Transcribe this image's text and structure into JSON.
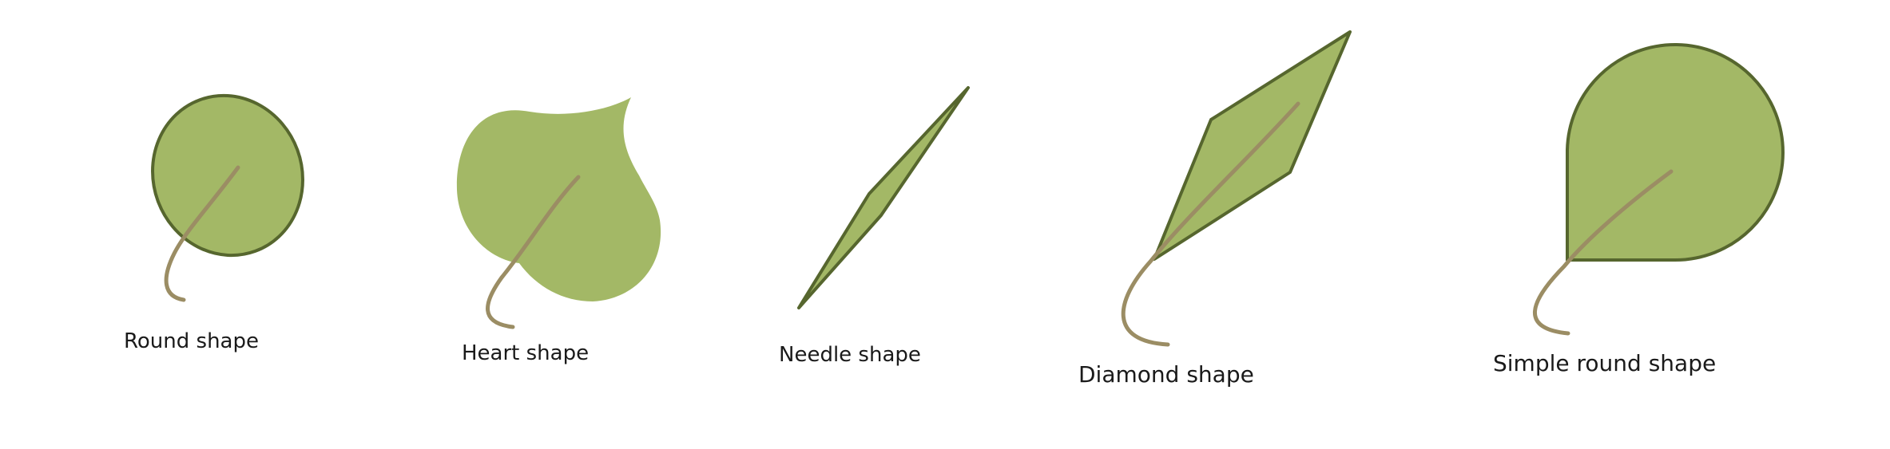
{
  "figure": {
    "colors": {
      "leaf_fill": "#a3b866",
      "leaf_outline": "#56662e",
      "stem": "#9b8d64",
      "caption_text": "#1a1a1a",
      "background": "#ffffff"
    },
    "leaves": [
      {
        "id": "round",
        "caption": "Round shape"
      },
      {
        "id": "heart",
        "caption": "Heart shape"
      },
      {
        "id": "needle",
        "caption": "Needle shape"
      },
      {
        "id": "diamond",
        "caption": "Diamond shape"
      },
      {
        "id": "simple_round",
        "caption": "Simple round shape"
      }
    ]
  }
}
